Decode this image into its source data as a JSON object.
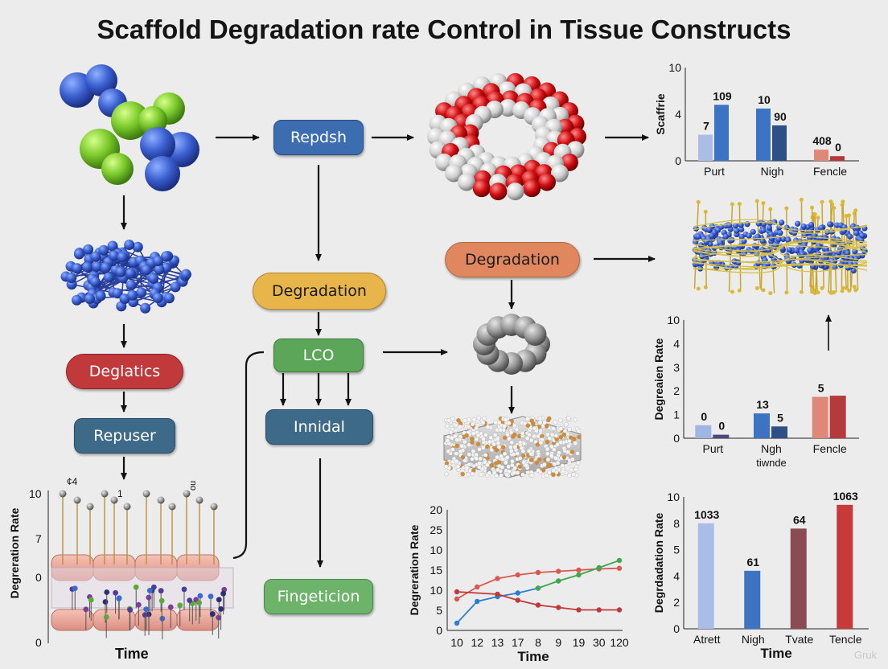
{
  "title": "Scaffold Degradation rate Control in Tissue Constructs",
  "nodes": {
    "repdsh": "Repdsh",
    "degradation_mid": "Degradation",
    "degradation_right": "Degradation",
    "deglatics": "Deglatics",
    "repuser": "Repuser",
    "lco": "LCO",
    "innidal": "Innidal",
    "fingeticion": "Fingeticion"
  },
  "colors": {
    "blue_box": "#3c6db0",
    "yellow_box": "#e8b54a",
    "orange_box": "#e0875f",
    "red_box": "#c2393c",
    "slate_box": "#3e6a89",
    "green_box": "#5ca65a",
    "light_green_box": "#6db36a"
  },
  "bottom_left": {
    "ylabel": "Degreration Rate",
    "xlabel": "Time",
    "ticks": [
      "10",
      "7",
      "0",
      "0"
    ],
    "top_labels": [
      "¢4",
      "1",
      "no"
    ]
  },
  "chart_data": [
    {
      "type": "bar",
      "ylabel": "Scaffrie",
      "ylim": [
        0,
        10
      ],
      "yticks": [
        "10",
        "4",
        "0"
      ],
      "categories": [
        "Purt",
        "Nigh",
        "Fencle"
      ],
      "bars": [
        {
          "value": 2.8,
          "color": "#a9bde6",
          "label": "7"
        },
        {
          "value": 6.0,
          "color": "#3c73c2",
          "label": "109"
        },
        {
          "value": 5.6,
          "color": "#3c73c2",
          "label": "10"
        },
        {
          "value": 3.8,
          "color": "#2f4f87",
          "label": "90"
        },
        {
          "value": 1.2,
          "color": "#e08878",
          "label": "408"
        },
        {
          "value": 0.5,
          "color": "#b53a3a",
          "label": "0"
        }
      ]
    },
    {
      "type": "bar",
      "ylabel": "Degreaien Rate",
      "ylim": [
        0,
        10
      ],
      "yticks": [
        "10",
        "4",
        "3",
        "2",
        "1",
        "0"
      ],
      "categories": [
        "Purt",
        "Ngh",
        "Fencle"
      ],
      "sub_label": "tiwnde",
      "bars": [
        {
          "value": 1.1,
          "color": "#9fb6e4",
          "label": "0"
        },
        {
          "value": 0.3,
          "color": "#4a4a7a",
          "label": "0"
        },
        {
          "value": 2.1,
          "color": "#3c73c2",
          "label": "13"
        },
        {
          "value": 1.0,
          "color": "#2f4f87",
          "label": "5"
        },
        {
          "value": 3.5,
          "color": "#e08878",
          "label": "5"
        },
        {
          "value": 3.6,
          "color": "#b53a3a",
          "label": ""
        }
      ]
    },
    {
      "type": "line",
      "ylabel": "Degreration Rate",
      "xlabel": "Time",
      "ylim": [
        0,
        20
      ],
      "yticks": [
        "20",
        "25",
        "10",
        "15",
        "10",
        "5",
        "0"
      ],
      "categories": [
        "10",
        "12",
        "13",
        "17",
        "8",
        "9",
        "19",
        "30",
        "120"
      ],
      "series": [
        {
          "color": "#2a7fd4",
          "values": [
            1.2,
            4.8,
            5.6,
            6.2,
            7.0,
            null,
            null,
            null,
            null
          ]
        },
        {
          "color": "#d9584f",
          "values": [
            5.2,
            7.2,
            8.6,
            9.2,
            9.6,
            9.8,
            10.0,
            10.2,
            10.3
          ]
        },
        {
          "color": "#c0393c",
          "values": [
            6.4,
            null,
            6.0,
            5.0,
            4.2,
            3.8,
            3.4,
            3.4,
            3.4
          ]
        },
        {
          "color": "#3ea84e",
          "values": [
            null,
            null,
            null,
            null,
            7.0,
            8.2,
            9.2,
            10.4,
            11.6
          ]
        }
      ]
    },
    {
      "type": "bar",
      "ylabel": "Degrdadation Rate",
      "xlabel": "Time",
      "ylim": [
        0,
        10
      ],
      "yticks": [
        "10",
        "8",
        "5",
        "4",
        "2",
        "0"
      ],
      "categories": [
        "Atrett",
        "Nigh",
        "Tvate",
        "Tencle"
      ],
      "bars": [
        {
          "value": 8.0,
          "color": "#a9bde6",
          "label": "1033"
        },
        {
          "value": 4.4,
          "color": "#3c73c2",
          "label": "61"
        },
        {
          "value": 7.6,
          "color": "#8a4b52",
          "label": "64"
        },
        {
          "value": 9.4,
          "color": "#c8393c",
          "label": "1063"
        }
      ]
    }
  ],
  "watermark": "Gruk"
}
